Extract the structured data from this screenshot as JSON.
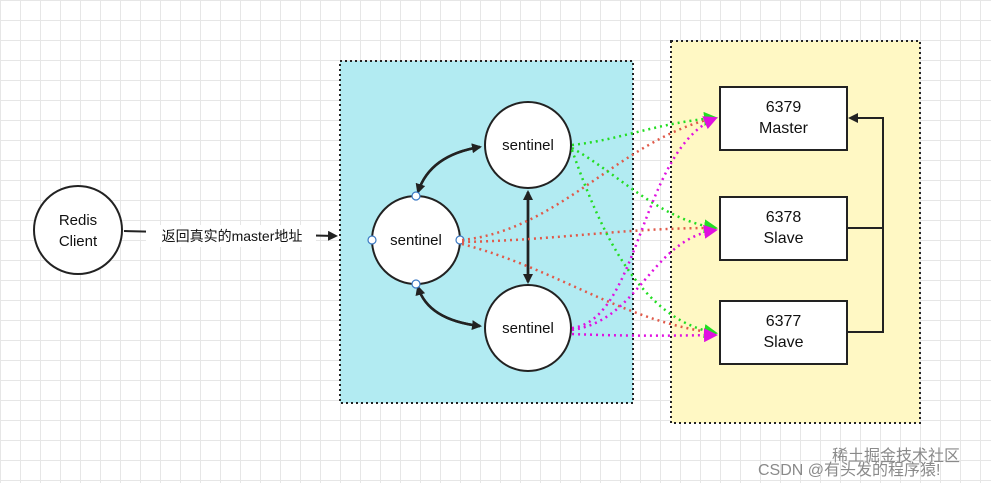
{
  "client": {
    "line1": "Redis",
    "line2": "Client"
  },
  "edge_label": "返回真实的master地址",
  "sentinels": {
    "top": "sentinel",
    "left": "sentinel",
    "bottom": "sentinel"
  },
  "nodes": {
    "master": {
      "port": "6379",
      "role": "Master"
    },
    "slave1": {
      "port": "6378",
      "role": "Slave"
    },
    "slave2": {
      "port": "6377",
      "role": "Slave"
    }
  },
  "watermark": {
    "line1": "稀土掘金技术社区",
    "line2": "CSDN @有头发的程序猿!"
  },
  "colors": {
    "sentinel_zone": "#b2ebf2",
    "redis_zone": "#fff8c4",
    "green_link": "#22dd22",
    "red_link": "#e05a4a",
    "magenta_link": "#e010e0"
  }
}
